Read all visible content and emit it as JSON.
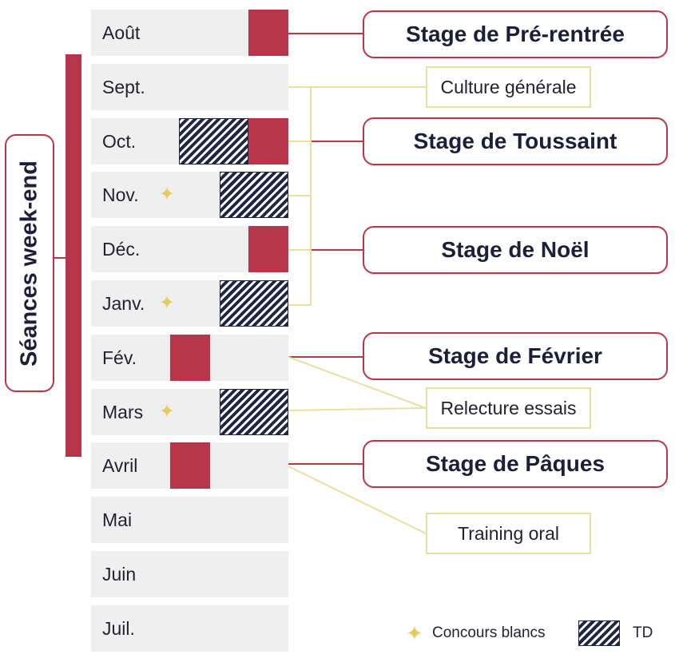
{
  "colors": {
    "red": "#b8364a",
    "navy": "#1f2747",
    "yellow": "#e9dfa0",
    "star": "#e8c860",
    "row_bg": "#efefef"
  },
  "months": [
    {
      "label": "Août",
      "stage": true,
      "td": false,
      "star": false
    },
    {
      "label": "Sept.",
      "stage": false,
      "td": false,
      "star": false
    },
    {
      "label": "Oct.",
      "stage": true,
      "td": true,
      "star": false
    },
    {
      "label": "Nov.",
      "stage": false,
      "td": true,
      "star": true
    },
    {
      "label": "Déc.",
      "stage": true,
      "td": false,
      "star": false
    },
    {
      "label": "Janv.",
      "stage": false,
      "td": true,
      "star": true
    },
    {
      "label": "Fév.",
      "stage": true,
      "td": false,
      "star": false
    },
    {
      "label": "Mars",
      "stage": false,
      "td": true,
      "star": true
    },
    {
      "label": "Avril",
      "stage": true,
      "td": false,
      "star": false
    },
    {
      "label": "Mai",
      "stage": false,
      "td": false,
      "star": false
    },
    {
      "label": "Juin",
      "stage": false,
      "td": false,
      "star": false
    },
    {
      "label": "Juil.",
      "stage": false,
      "td": false,
      "star": false
    }
  ],
  "weekend_label": "Séances week-end",
  "stages": [
    {
      "label": "Stage de Pré-rentrée",
      "month": "Août"
    },
    {
      "label": "Stage de Toussaint",
      "month": "Oct."
    },
    {
      "label": "Stage de Noël",
      "month": "Déc."
    },
    {
      "label": "Stage de Février",
      "month": "Fév."
    },
    {
      "label": "Stage de Pâques",
      "month": "Avril"
    }
  ],
  "modules": [
    {
      "label": "Culture générale",
      "months": [
        "Sept.",
        "Oct.",
        "Nov.",
        "Déc.",
        "Janv."
      ]
    },
    {
      "label": "Relecture essais",
      "months": [
        "Fév.",
        "Mars"
      ]
    },
    {
      "label": "Training oral",
      "months": [
        "Avril"
      ]
    }
  ],
  "legend": {
    "star_label": "Concours blancs",
    "td_label": "TD"
  },
  "icons": {
    "star": "four-point-star-icon",
    "td": "hatched-swatch"
  }
}
